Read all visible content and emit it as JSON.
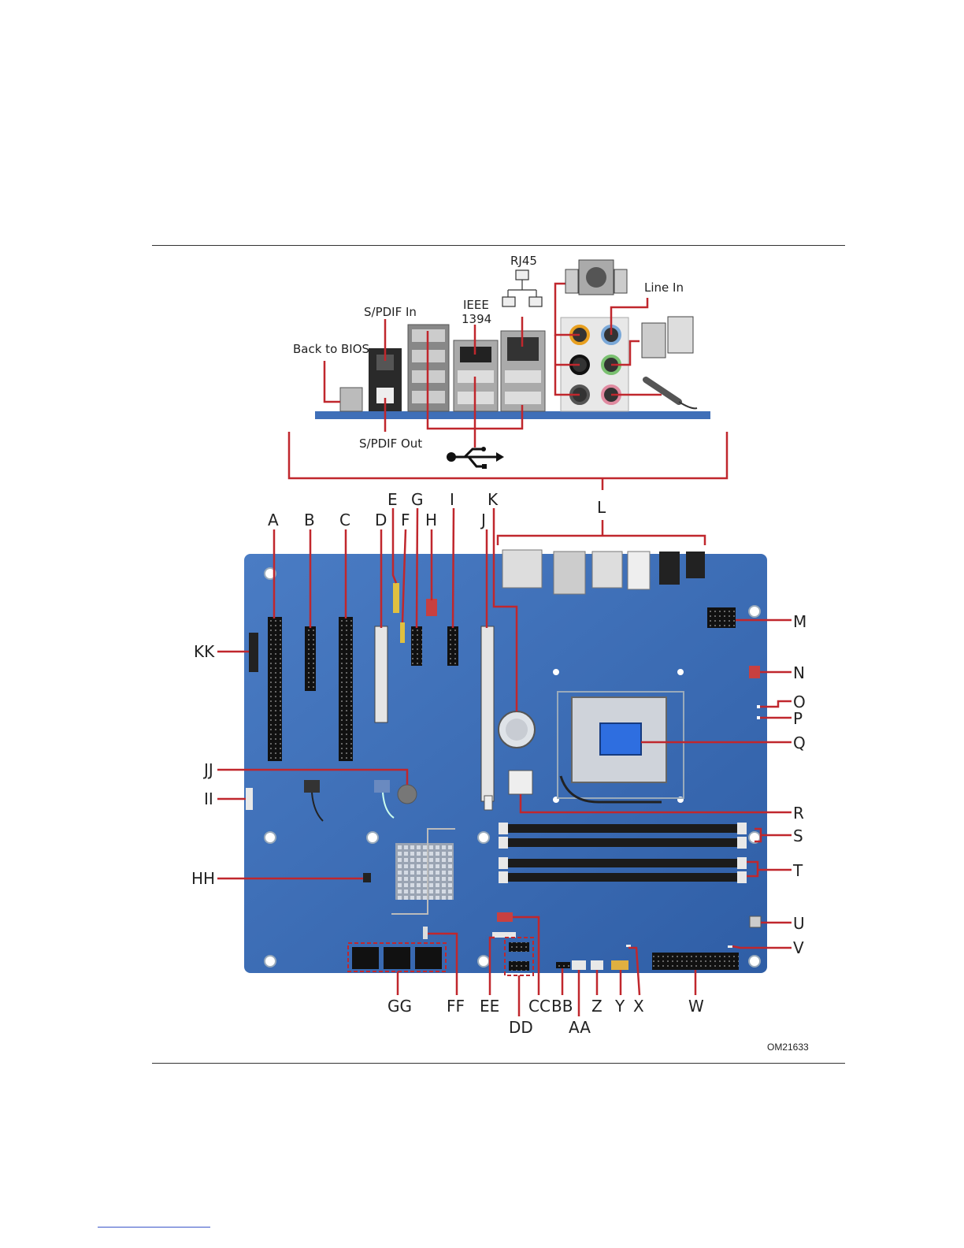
{
  "figure_code": "OM21633",
  "io_labels": {
    "rj45": "RJ45",
    "ieee1394_line1": "IEEE",
    "ieee1394_line2": "1394",
    "spdif_in": "S/PDIF In",
    "spdif_out": "S/PDIF Out",
    "back_to_bios": "Back to BIOS",
    "line_in": "Line In"
  },
  "callouts": {
    "A": "A",
    "B": "B",
    "C": "C",
    "D": "D",
    "E": "E",
    "F": "F",
    "G": "G",
    "H": "H",
    "I": "I",
    "J": "J",
    "K": "K",
    "L": "L",
    "M": "M",
    "N": "N",
    "O": "O",
    "P": "P",
    "Q": "Q",
    "R": "R",
    "S": "S",
    "T": "T",
    "U": "U",
    "V": "V",
    "W": "W",
    "X": "X",
    "Y": "Y",
    "Z": "Z",
    "AA": "AA",
    "BB": "BB",
    "CC": "CC",
    "DD": "DD",
    "EE": "EE",
    "FF": "FF",
    "GG": "GG",
    "HH": "HH",
    "II": "II",
    "JJ": "JJ",
    "KK": "KK"
  },
  "colors": {
    "board": "#3f6fb8",
    "board_dark": "#2e5595",
    "callout_line": "#c0272d",
    "slot": "#1a1a1a"
  },
  "icons": [
    "usb-icon",
    "network-icon",
    "speaker-icon",
    "microphone-icon"
  ]
}
